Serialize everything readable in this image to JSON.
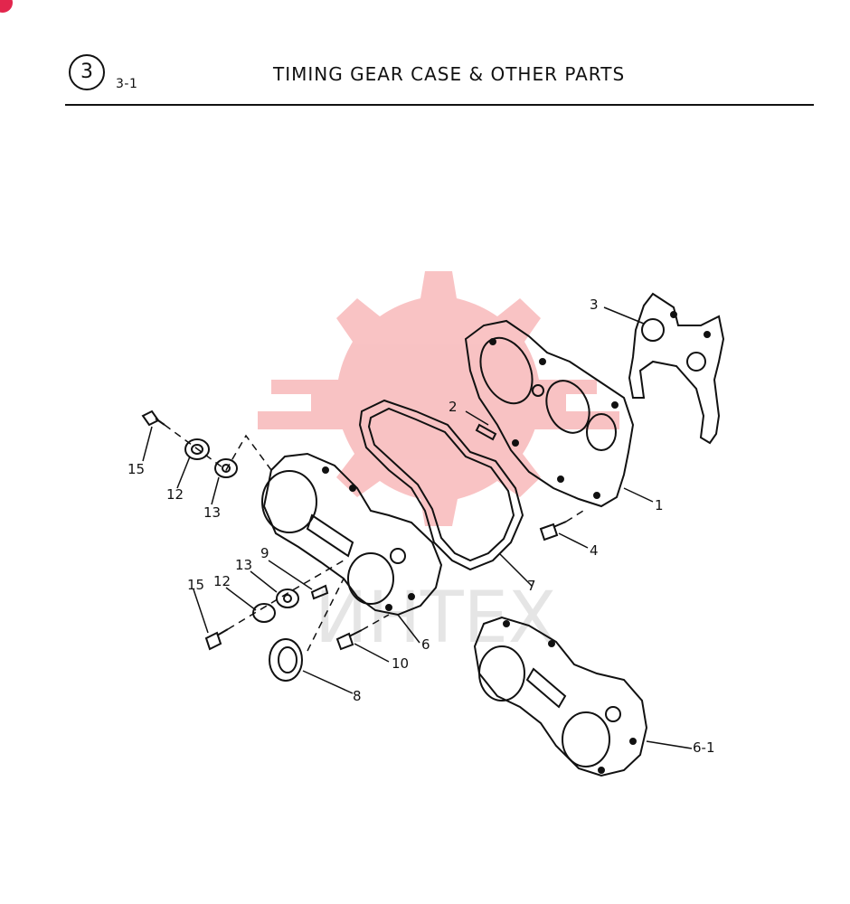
{
  "header": {
    "section_number": "3",
    "section_sub": "3-1",
    "title": "TIMING GEAR CASE & OTHER PARTS"
  },
  "callouts": [
    {
      "id": "c1",
      "text": "1"
    },
    {
      "id": "c2",
      "text": "2"
    },
    {
      "id": "c3",
      "text": "3"
    },
    {
      "id": "c4",
      "text": "4"
    },
    {
      "id": "c6",
      "text": "6"
    },
    {
      "id": "c6_1",
      "text": "6-1"
    },
    {
      "id": "c7",
      "text": "7"
    },
    {
      "id": "c8",
      "text": "8"
    },
    {
      "id": "c9",
      "text": "9"
    },
    {
      "id": "c10",
      "text": "10"
    },
    {
      "id": "c12a",
      "text": "12"
    },
    {
      "id": "c12b",
      "text": "12"
    },
    {
      "id": "c13a",
      "text": "13"
    },
    {
      "id": "c13b",
      "text": "13"
    },
    {
      "id": "c15a",
      "text": "15"
    },
    {
      "id": "c15b",
      "text": "15"
    }
  ],
  "watermark": {
    "logo": "gear-logo-watermark",
    "text": "ИНТЕХ",
    "color": "#e8272c"
  },
  "colors": {
    "ink": "#111111",
    "badge": "#e2264d"
  }
}
